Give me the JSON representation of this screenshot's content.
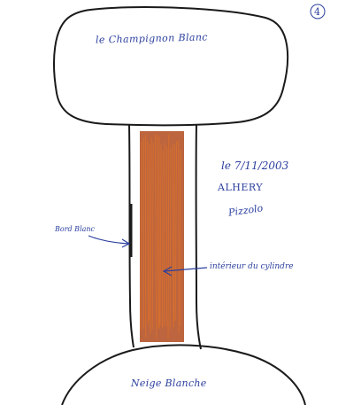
{
  "page_number": "4",
  "cap_label": "le Champignon Blanc",
  "date": "le 7/11/2003",
  "place": "ALHERY",
  "author_signature": "Pizzolo",
  "stem_edge_label": "Bord Blanc",
  "stem_interior_label": "intérieur du cylindre",
  "ground_label": "Neige Blanche",
  "colors": {
    "ink": "#1a1a1a",
    "annotation": "#2b3f9e",
    "stem_fill": "#b04a1c",
    "stem_hatch": "#d9702e"
  }
}
